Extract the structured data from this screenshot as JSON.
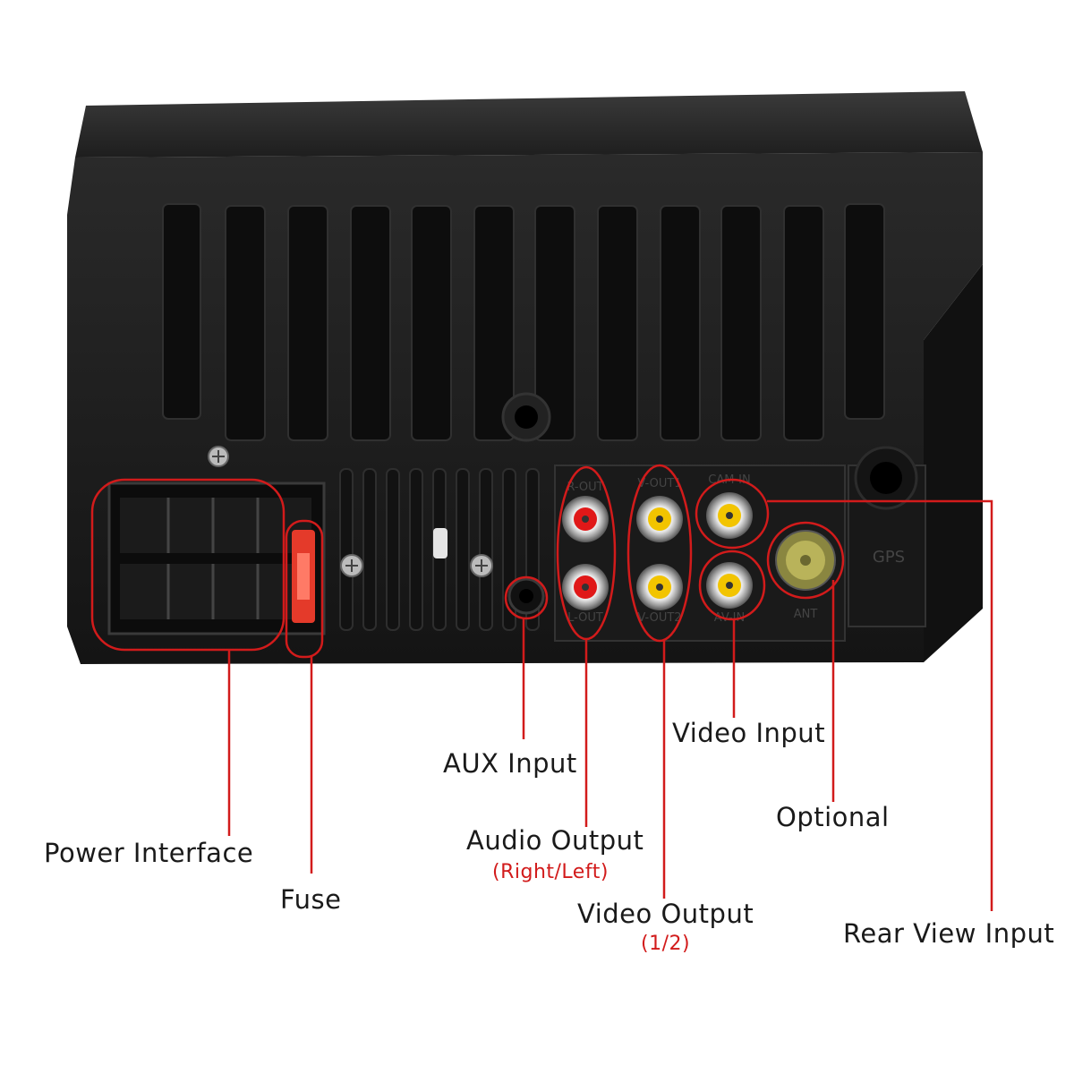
{
  "labels": {
    "power_interface": "Power Interface",
    "fuse": "Fuse",
    "aux_input": "AUX Input",
    "audio_output": "Audio Output",
    "audio_output_sub": "(Right/Left)",
    "video_output": "Video Output",
    "video_output_sub": "(1/2)",
    "video_input": "Video Input",
    "optional": "Optional",
    "rear_view_input": "Rear View Input"
  },
  "panel_markings": {
    "gps": "GPS",
    "ant": "ANT",
    "r_out": "R-OUT",
    "l_out": "L-OUT",
    "vout1": "V-OUT1",
    "vout2": "V-OUT2",
    "cam_in": "CAM-IN",
    "av_in": "AV-IN"
  },
  "colors": {
    "callout": "#d21b1b",
    "device_body": "#1c1c1c",
    "rca_red": "#e01818",
    "rca_yellow": "#f2c400",
    "fuse": "#e43a2a",
    "antenna": "#b9b35a"
  }
}
